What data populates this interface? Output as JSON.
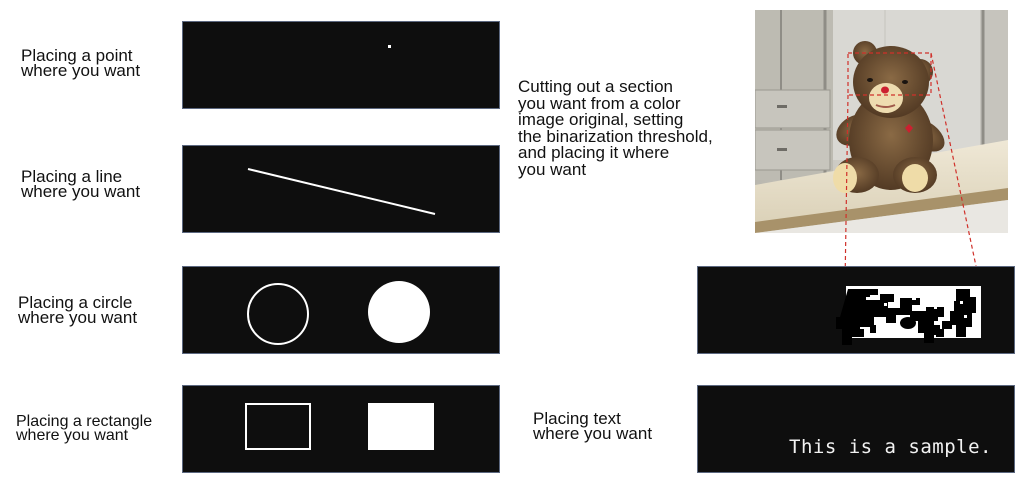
{
  "labels": {
    "point": [
      "Placing a point",
      "where you want"
    ],
    "line": [
      "Placing a line",
      "where you want"
    ],
    "circle": [
      "Placing a circle",
      "where you want"
    ],
    "rectangle": [
      "Placing a rectangle",
      "where you want"
    ],
    "cutout": [
      "Cutting out a section",
      "you want from a color",
      "image original, setting",
      "the binarization threshold,",
      "and placing it where",
      "you want"
    ],
    "text": [
      "Placing text",
      "where you want"
    ]
  },
  "panels": {
    "background_color": "#0e0e0e",
    "border_color": "#5c6880",
    "sample_text": "This is a sample."
  },
  "photo": {
    "subject": "teddy-bear-photo",
    "selection_color": "#d0302a"
  }
}
